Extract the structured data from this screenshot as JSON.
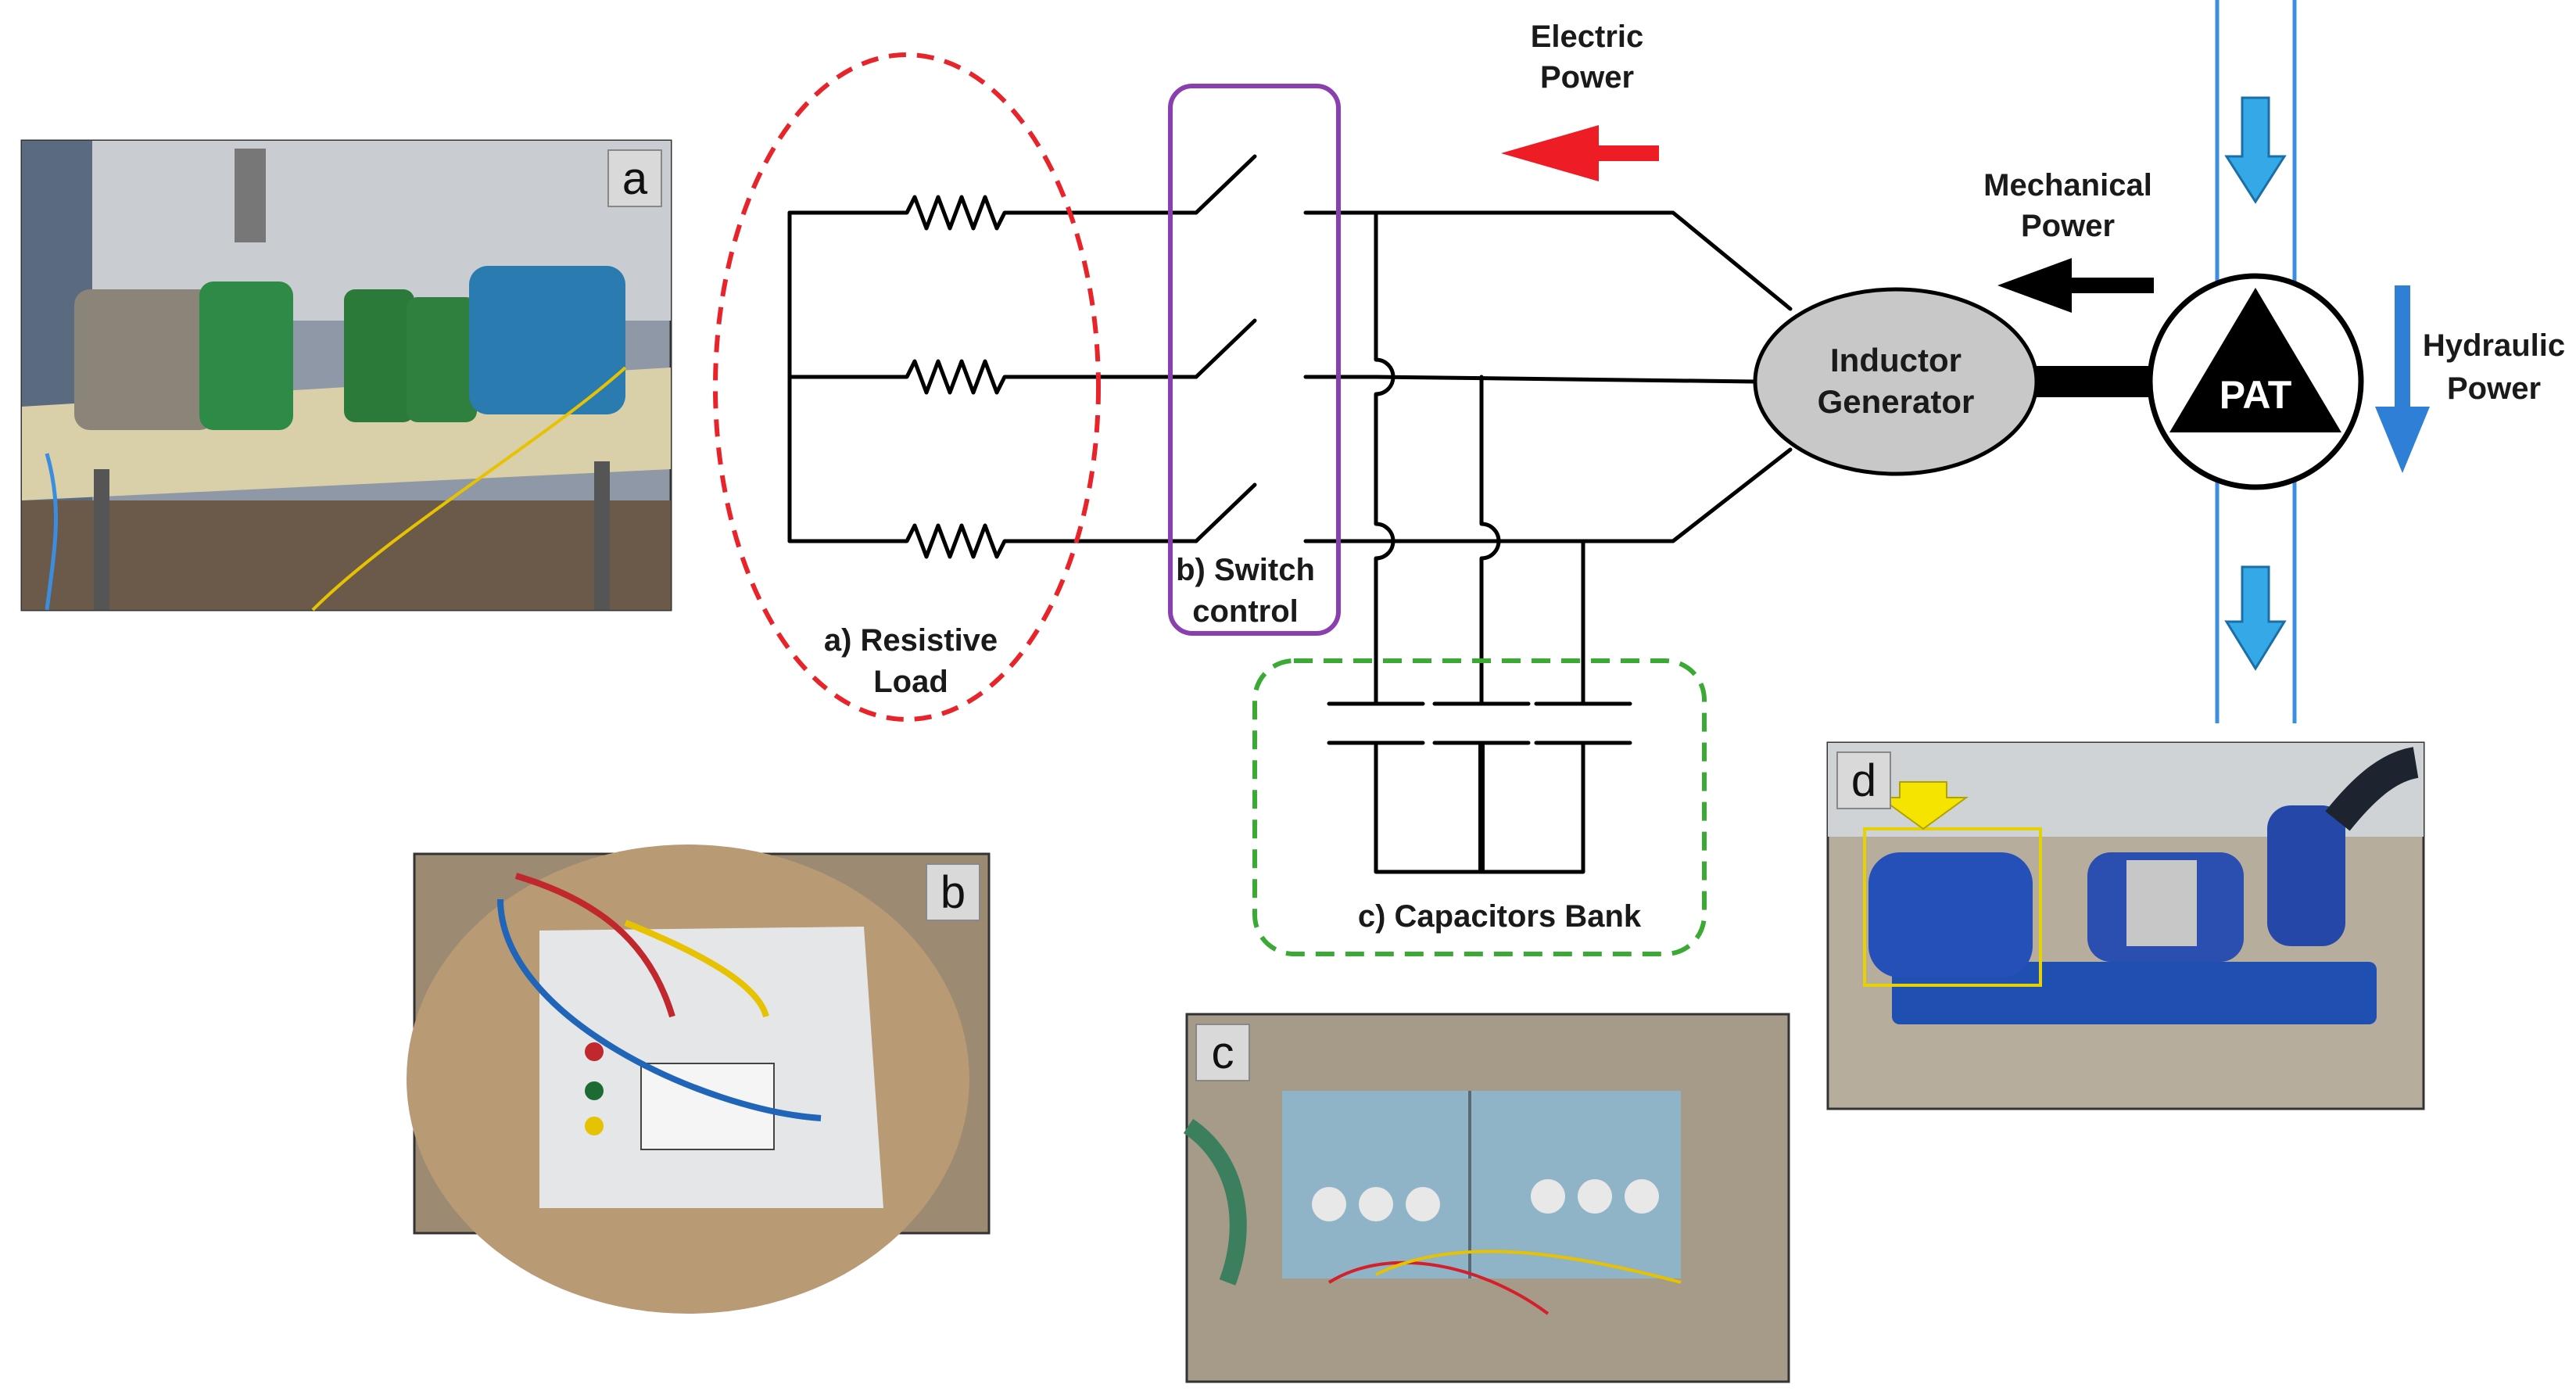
{
  "labels": {
    "electric_power": [
      "Electric",
      "Power"
    ],
    "mechanical_power": [
      "Mechanical",
      "Power"
    ],
    "hydraulic_power": [
      "Hydraulic",
      "Power"
    ],
    "generator": [
      "Inductor",
      "Generator"
    ],
    "pat": "PAT",
    "resistive_load": [
      "a) Resistive",
      "Load"
    ],
    "switch_control": [
      "b) Switch",
      "control"
    ],
    "capacitors_bank": "c) Capacitors Bank"
  },
  "photos": {
    "a": "a",
    "b": "b",
    "c": "c",
    "d": "d"
  },
  "colors": {
    "resistive_outline": "#e8242b",
    "switch_outline": "#8a3fb0",
    "capacitor_outline": "#3aaa35",
    "electric_arrow": "#ee1c25",
    "mechanical_arrow": "#000000",
    "hydraulic_arrow": "#2f7fd6",
    "water_pipe": "#3b8ee0",
    "flow_arrow": "#35a8e8",
    "generator_fill": "#c8c8c8"
  }
}
